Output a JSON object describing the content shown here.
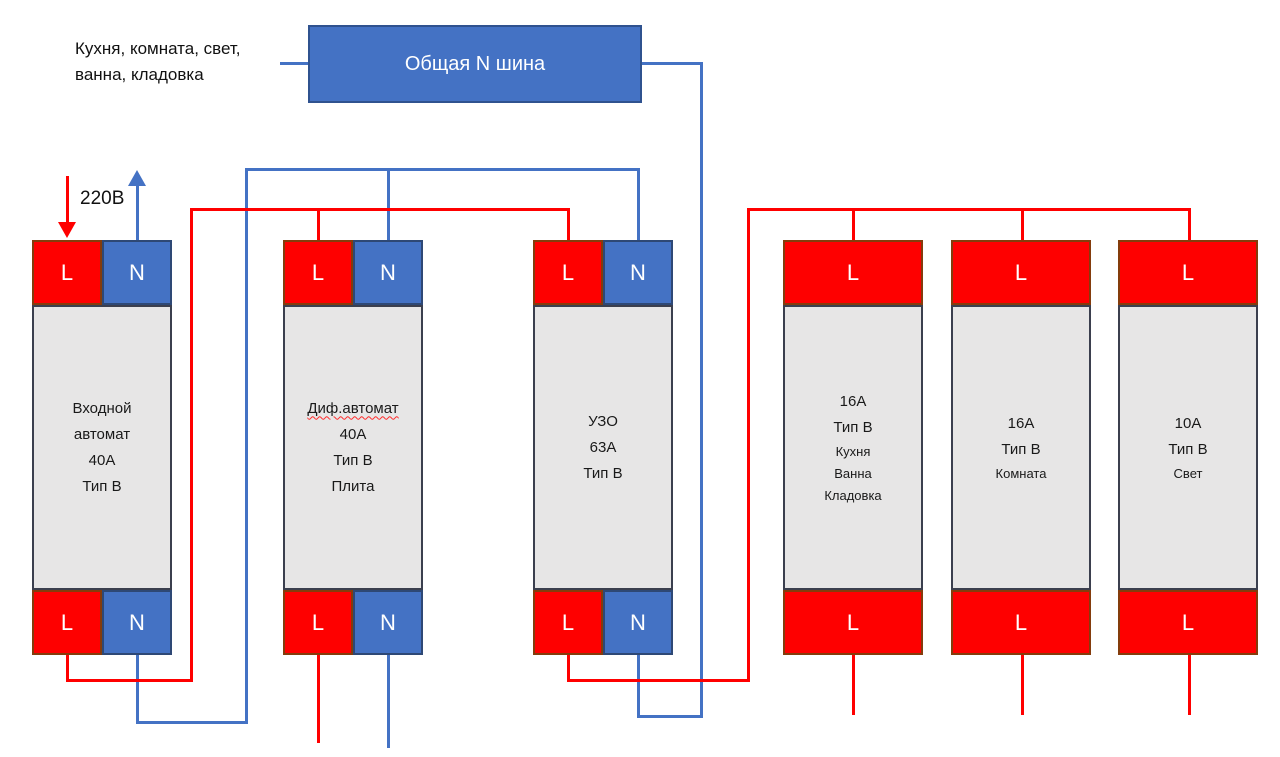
{
  "colors": {
    "wire_red": "#ff0000",
    "wire_blue": "#4472c4",
    "terminal_red": "#fe0000",
    "terminal_blue": "#4472c4",
    "bus_fill": "#4472c4",
    "bus_border": "#2f528f",
    "breaker_body_fill": "#e7e6e6"
  },
  "feeder_note": {
    "line1": "Кухня, комната, свет,",
    "line2": "ванна, кладовка"
  },
  "n_bus": {
    "label": "Общая N шина"
  },
  "supply": {
    "voltage_label": "220В"
  },
  "terminal_labels": {
    "l": "L",
    "n": "N"
  },
  "breakers": [
    {
      "id": "input-breaker",
      "lines": [
        "Входной",
        "автомат",
        "40А",
        "Тип В"
      ]
    },
    {
      "id": "diff-breaker-stove",
      "lines": [
        "Диф.автомат",
        "40А",
        "Тип В",
        "Плита"
      ]
    },
    {
      "id": "rcd",
      "lines": [
        "УЗО",
        "63А",
        "Тип В"
      ]
    },
    {
      "id": "breaker-kitchen-bath-storage",
      "lines": [
        "16А",
        "Тип В"
      ],
      "small_lines": [
        "Кухня",
        "Ванна",
        "Кладовка"
      ]
    },
    {
      "id": "breaker-room",
      "lines": [
        "16А",
        "Тип В"
      ],
      "small_lines": [
        "Комната"
      ]
    },
    {
      "id": "breaker-light",
      "lines": [
        "10А",
        "Тип В"
      ],
      "small_lines": [
        "Свет"
      ]
    }
  ]
}
